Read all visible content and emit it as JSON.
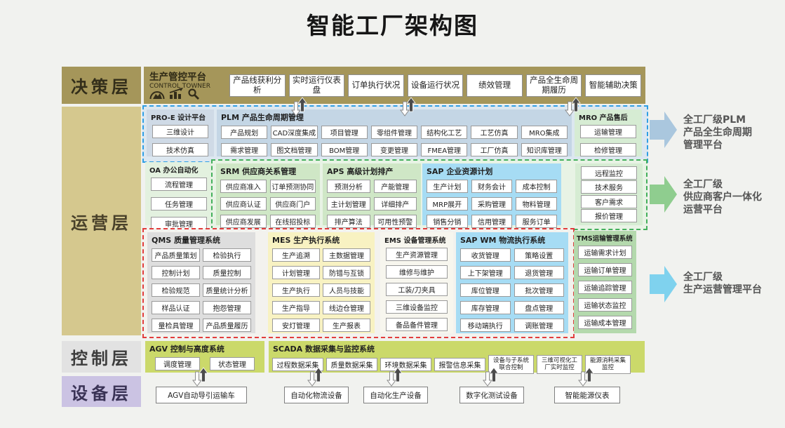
{
  "title": "智能工厂架构图",
  "layer_labels": {
    "decision": "决策层",
    "operations": "运营层",
    "control": "控制层",
    "equipment": "设备层"
  },
  "decision": {
    "platform_title": "生产管控平台",
    "platform_subtitle": "CONTROL TOWNER",
    "icons": [
      "mountain-dome-icon",
      "bar-chart-trend-icon",
      "magnifier-icon"
    ],
    "buttons": [
      "产品线获利分析",
      "实时运行仪表盘",
      "订单执行状况",
      "设备运行状况",
      "绩效管理",
      "产品全生命周期履历",
      "智能辅助决策"
    ]
  },
  "operations": {
    "proe": {
      "title": "PRO-E 设计平台",
      "items": [
        "三维设计",
        "技术仿真"
      ]
    },
    "plm": {
      "title": "PLM 产品生命周期管理",
      "row1": [
        "产品规划",
        "CAD深度集成",
        "项目管理",
        "零组件管理",
        "结构化工艺",
        "工艺仿真",
        "MRO集成"
      ],
      "row2": [
        "需求管理",
        "图文档管理",
        "BOM管理",
        "变更管理",
        "FMEA管理",
        "工厂仿真",
        "知识库管理"
      ]
    },
    "mro": {
      "title": "MRO 产品售后",
      "items": [
        "运输管理",
        "检修管理"
      ],
      "extra": [
        "远程监控",
        "技术服务",
        "客户需求",
        "报价管理"
      ]
    },
    "oa": {
      "title": "OA 办公自动化",
      "items": [
        "流程管理",
        "任务管理",
        "审批管理"
      ]
    },
    "srm": {
      "title": "SRM 供应商关系管理",
      "items": [
        "供应商准入",
        "订单预测协同",
        "供应商认证",
        "供应商门户",
        "供应商发展",
        "在线招投标"
      ]
    },
    "aps": {
      "title": "APS 高级计划排产",
      "items": [
        "预测分析",
        "产能管理",
        "主计划管理",
        "详细排产",
        "排产算法",
        "可用性预警"
      ]
    },
    "sap": {
      "title": "SAP 企业资源计划",
      "items": [
        "生产计划",
        "财务会计",
        "成本控制",
        "MRP展开",
        "采购管理",
        "物料管理",
        "销售分销",
        "信用管理",
        "服务订单"
      ]
    },
    "qms": {
      "title": "QMS 质量管理系统",
      "items": [
        "产品质量策划",
        "检验执行",
        "控制计划",
        "质量控制",
        "检验规范",
        "质量统计分析",
        "样品认证",
        "抱怨管理",
        "量检具管理",
        "产品质量履历"
      ]
    },
    "mes": {
      "title": "MES 生产执行系统",
      "items": [
        "生产追溯",
        "主数据管理",
        "计划管理",
        "防错与互锁",
        "生产执行",
        "人员与技能",
        "生产指导",
        "线边仓管理",
        "安灯管理",
        "生产报表"
      ]
    },
    "ems": {
      "title": "EMS 设备管理系统",
      "items": [
        "生产资源管理",
        "维修与维护",
        "工装/刀夹具",
        "三维设备监控",
        "备品备件管理"
      ]
    },
    "sapwm": {
      "title": "SAP WM 物流执行系统",
      "items": [
        "收货管理",
        "策略设置",
        "上下架管理",
        "退货管理",
        "库位管理",
        "批次管理",
        "库存管理",
        "盘点管理",
        "移动端执行",
        "调账管理"
      ]
    },
    "tms": {
      "title": "TMS运输管理系统",
      "items": [
        "运输需求计划",
        "运输订单管理",
        "运输追踪管理",
        "运输状态监控",
        "运输成本管理"
      ]
    }
  },
  "control": {
    "agv": {
      "title": "AGV 控制与高度系统",
      "items": [
        "调度管理",
        "状态管理"
      ]
    },
    "scada": {
      "title": "SCADA 数据采集与监控系统",
      "items": [
        "过程数据采集",
        "质量数据采集",
        "环境数据采集",
        "报警信息采集",
        "设备与子系统\n联合控制",
        "三维可视化工\n厂实时监控",
        "能源消耗采集\n监控"
      ]
    }
  },
  "equipment": {
    "items": [
      "AGV自动导引运输车",
      "自动化物流设备",
      "自动化生产设备",
      "数字化测试设备",
      "智能能源仪表"
    ]
  },
  "annotations": [
    {
      "text": "全工厂级PLM\n产品全生命周期\n管理平台",
      "color": "#aac7de"
    },
    {
      "text": "全工厂级\n供应商客户一体化\n运营平台",
      "color": "#8fcd8f"
    },
    {
      "text": "全工厂级\n生产运营管理平台",
      "color": "#7fd2ee"
    }
  ],
  "colors": {
    "decision_bar": "#a5965a",
    "operations_label": "#d5c88e",
    "control_label": "#e2e2e2",
    "equipment_label": "#cbc3e3",
    "plm_blue": "#c4d6e5",
    "erp_blue": "#a6dcf4",
    "green_box": "#cfe7c6",
    "mes_yellow": "#f8f2c2",
    "qms_gray": "#dedede",
    "control_green": "#cbd96a",
    "dash_blue": "#2f9fe5",
    "dash_green": "#44b05c",
    "dash_red": "#e23d3d"
  }
}
